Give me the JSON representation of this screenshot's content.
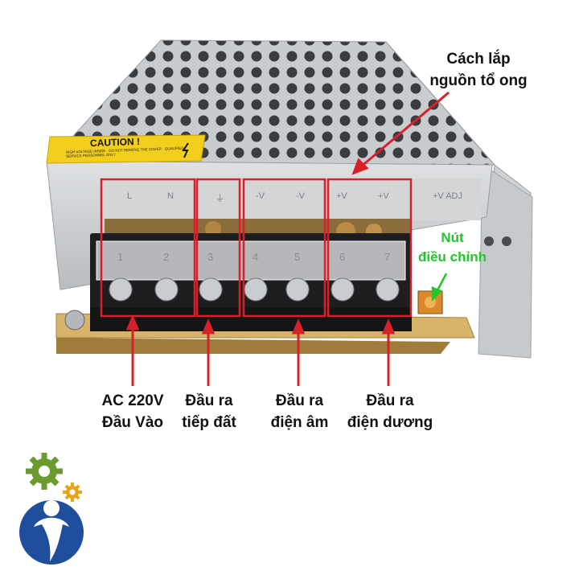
{
  "photo": {
    "caution_label": "CAUTION !",
    "caution_small_text": "HIGH VOLTAGE INSIDE · DO NOT REMOVE THE COVER · QUALIFIED SERVICE PERSONNEL ONLY",
    "terminal_markings": [
      "L",
      "N",
      "⏚",
      "-V",
      "-V",
      "+V",
      "+V",
      "+V ADJ"
    ],
    "terminal_numbers": [
      "1",
      "2",
      "3",
      "4",
      "5",
      "6",
      "7"
    ]
  },
  "annotations": {
    "housing": "Cách lắp\nnguồn tổ ong",
    "adjust_knob": "Nút\nđiều chỉnh",
    "ac_input": "AC 220V\nĐầu Vào",
    "ground_output": "Đầu ra\ntiếp đất",
    "negative_output": "Đầu ra\nđiện âm",
    "positive_output": "Đầu ra\nđiện dương"
  },
  "colors": {
    "highlight_box": "#d8202a",
    "annotation_green": "#22c52a",
    "caution_yellow": "#f2cf1d",
    "logo_blue": "#1f4e9c",
    "logo_gear_green": "#6b9a2e",
    "logo_gear_orange": "#e8a21c"
  }
}
